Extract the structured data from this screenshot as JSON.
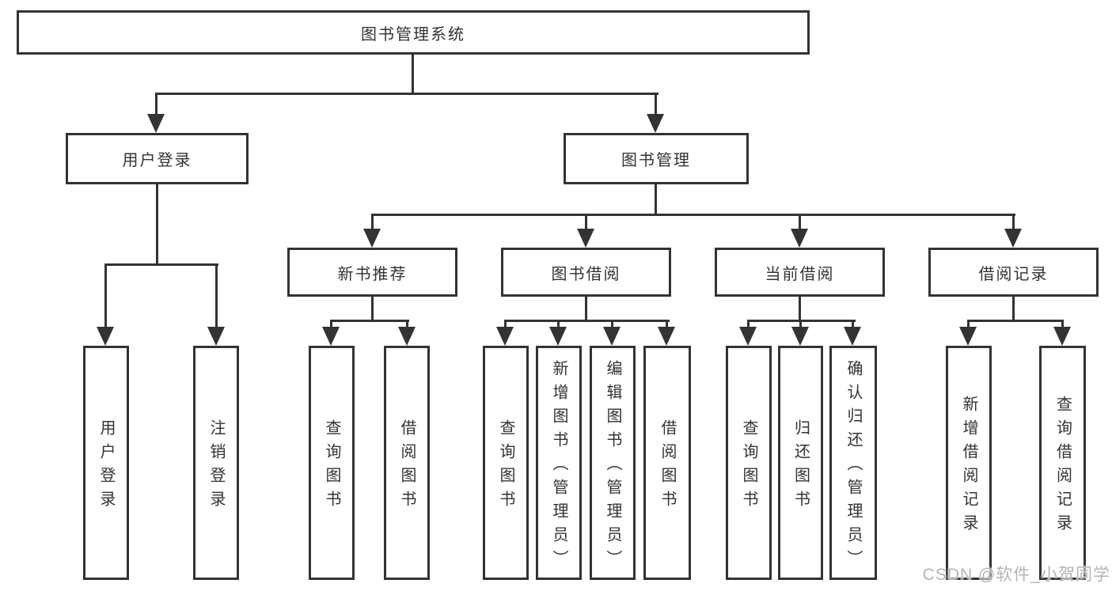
{
  "colors": {
    "line": "#333333",
    "text": "#333333",
    "box_background": "#ffffff",
    "page_background": "#ffffff",
    "watermark": "#b4b4b4"
  },
  "nodes": {
    "root": {
      "label": "图书管理系统"
    },
    "user_login": {
      "label": "用户登录"
    },
    "book_mgmt": {
      "label": "图书管理"
    },
    "new_book_rec": {
      "label": "新书推荐"
    },
    "book_borrow": {
      "label": "图书借阅"
    },
    "current_borrow": {
      "label": "当前借阅"
    },
    "borrow_record": {
      "label": "借阅记录"
    },
    "leaf_user_login": {
      "label": "用户登录"
    },
    "leaf_logout": {
      "label": "注销登录"
    },
    "leaf_nbr_query": {
      "label": "查询图书"
    },
    "leaf_nbr_borrow": {
      "label": "借阅图书"
    },
    "leaf_bb_query": {
      "label": "查询图书"
    },
    "leaf_bb_add": {
      "label": "新增图书（管理员）"
    },
    "leaf_bb_edit": {
      "label": "编辑图书（管理员）"
    },
    "leaf_bb_borrow": {
      "label": "借阅图书"
    },
    "leaf_cb_query": {
      "label": "查询图书"
    },
    "leaf_cb_return": {
      "label": "归还图书"
    },
    "leaf_cb_confirm": {
      "label": "确认归还（管理员）"
    },
    "leaf_br_add": {
      "label": "新增借阅记录"
    },
    "leaf_br_query": {
      "label": "查询借阅记录"
    }
  },
  "hierarchy": {
    "图书管理系统": {
      "用户登录": [
        "用户登录",
        "注销登录"
      ],
      "图书管理": {
        "新书推荐": [
          "查询图书",
          "借阅图书"
        ],
        "图书借阅": [
          "查询图书",
          "新增图书（管理员）",
          "编辑图书（管理员）",
          "借阅图书"
        ],
        "当前借阅": [
          "查询图书",
          "归还图书",
          "确认归还（管理员）"
        ],
        "借阅记录": [
          "新增借阅记录",
          "查询借阅记录"
        ]
      }
    }
  },
  "watermark": {
    "text": "CSDN @软件_小贺同学"
  }
}
